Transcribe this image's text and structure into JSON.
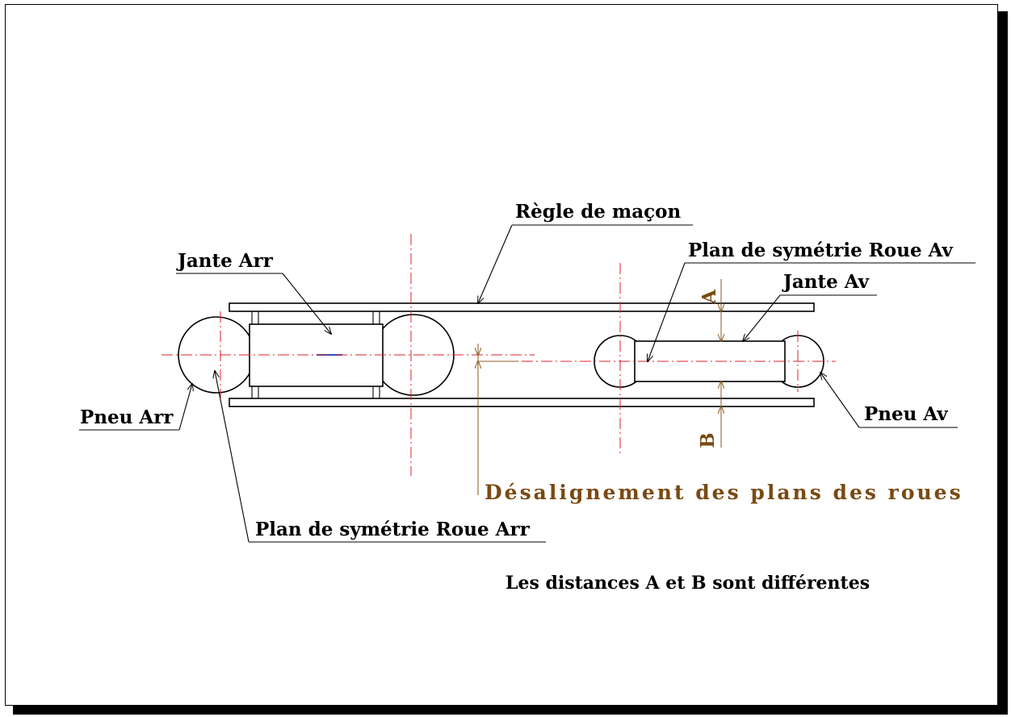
{
  "labels": {
    "regle": "Règle de maçon",
    "jante_arr": "Jante Arr",
    "plan_av": "Plan de symétrie Roue Av",
    "jante_av": "Jante Av",
    "pneu_arr": "Pneu Arr",
    "pneu_av": "Pneu Av",
    "plan_arr": "Plan de symétrie Roue Arr",
    "dim_a": "A",
    "dim_b": "B",
    "desalignement": "Désalignement des plans des roues",
    "note": "Les distances A et B sont différentes"
  },
  "colors": {
    "axis": "#e0212b",
    "dimension_text": "#7a4a12",
    "arrow_blue": "#1f4fd0"
  }
}
